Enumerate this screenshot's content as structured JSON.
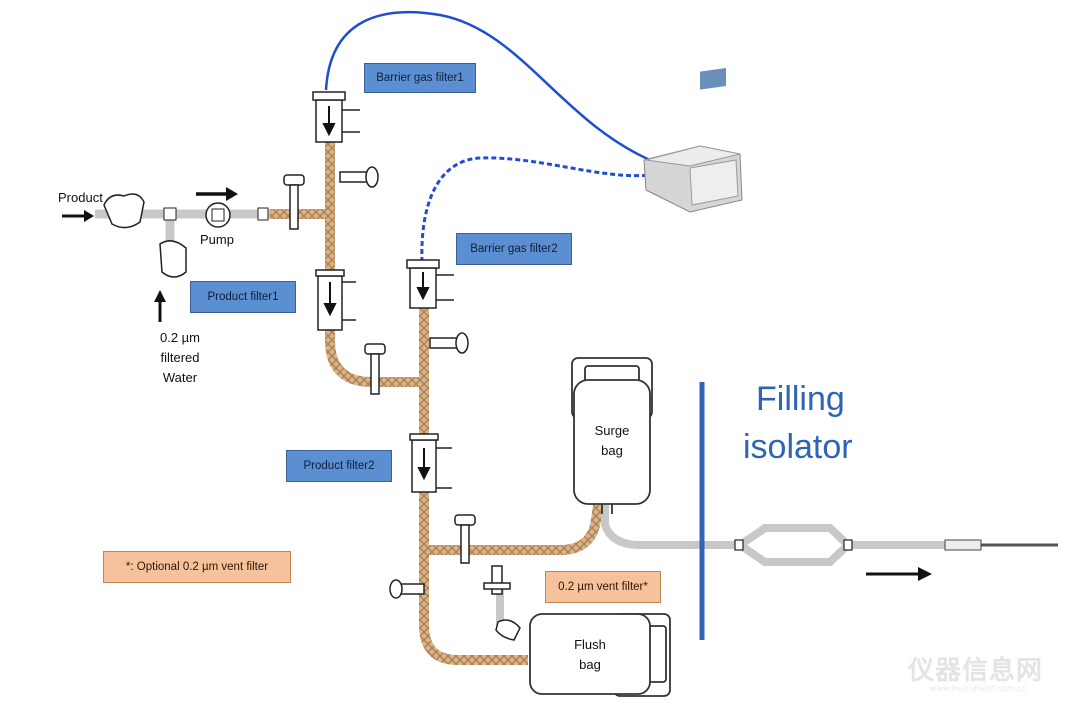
{
  "labels": {
    "product": "Product",
    "pump": "Pump",
    "water_line1": "0.2 µm",
    "water_line2": "filtered",
    "water_line3": "Water",
    "barrier_filter_1": "Barrier gas filter1",
    "barrier_filter_2": "Barrier gas filter2",
    "product_filter_1": "Product filter1",
    "product_filter_2": "Product filter2",
    "optional_note": "*: Optional 0.2 µm vent filter",
    "vent_filter": "0.2 µm vent filter*",
    "surge_bag_line1": "Surge",
    "surge_bag_line2": "bag",
    "flush_bag_line1": "Flush",
    "flush_bag_line2": "bag",
    "filling_line1": "Filling",
    "filling_line2": "isolator"
  },
  "watermark": {
    "text": "仪器信息网",
    "url": "www.instrument.com.cn"
  },
  "colors": {
    "box_blue": "#5b8fd1",
    "box_orange": "#f6c29c",
    "isolator_text": "#2e64b4",
    "gas_line": "#1f4fd1",
    "braided_tube": "#d9b48a"
  }
}
